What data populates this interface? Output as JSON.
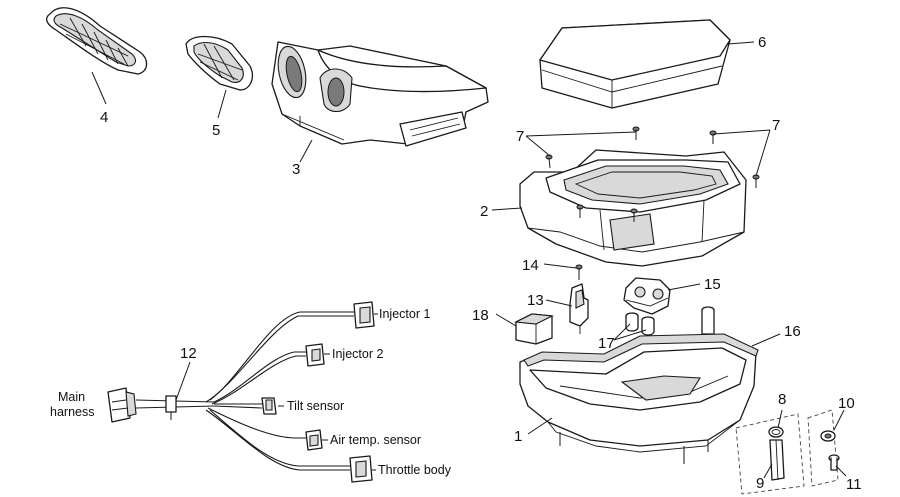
{
  "callouts": {
    "n1": "1",
    "n2": "2",
    "n3": "3",
    "n4": "4",
    "n5": "5",
    "n6": "6",
    "n7a": "7",
    "n7b": "7",
    "n8": "8",
    "n9": "9",
    "n10": "10",
    "n11": "11",
    "n12": "12",
    "n13": "13",
    "n14": "14",
    "n15": "15",
    "n16": "16",
    "n17": "17",
    "n18": "18"
  },
  "harness_labels": {
    "injector_1": "Injector 1",
    "injector_2": "Injector 2",
    "tilt_sensor": "Tilt sensor",
    "air_temp_sensor": "Air temp. sensor",
    "throttle_body": "Throttle body",
    "main_harness_line1": "Main",
    "main_harness_line2": "harness"
  }
}
